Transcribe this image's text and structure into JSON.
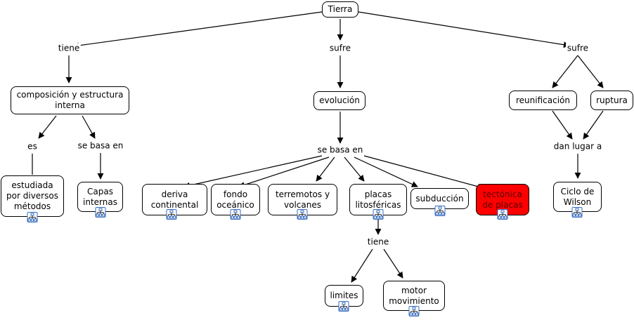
{
  "colors": {
    "highlight": "#ff0000",
    "icon": "#3a6ec2"
  },
  "concepts": {
    "tierra": "Tierra",
    "composicion": "composición y estructura\ninterna",
    "estudiada": "estudiada\npor diversos\nmétodos",
    "capas": "Capas\ninternas",
    "evolucion": "evolución",
    "deriva": "deriva\ncontinental",
    "fondo": "fondo\noceánico",
    "terremotos": "terremotos y\nvolcanes",
    "placas": "placas\nlitosféricas",
    "subduccion": "subducción",
    "tectonica": "tectónica\nde placas",
    "limites": "limites",
    "motor": "motor\nmovimiento",
    "reunificacion": "reunificación",
    "ruptura": "ruptura",
    "ciclo": "Ciclo de\nWilson"
  },
  "linking": {
    "tiene_1": "tiene",
    "sufre_1": "sufre",
    "sufre_2": "sufre",
    "es": "es",
    "se_basa_en_1": "se basa en",
    "se_basa_en_2": "se basa en",
    "tiene_2": "tiene",
    "dan_lugar_a": "dan lugar a"
  },
  "icons": {
    "estudiada": "concept-map-icon",
    "capas": "concept-map-icon",
    "deriva": "concept-map-icon",
    "fondo": "concept-map-icon",
    "terremotos": "concept-map-icon",
    "placas": "concept-map-icon",
    "subduccion": "concept-map-icon",
    "tectonica": "concept-map-icon",
    "limites": "concept-map-icon",
    "motor": "concept-map-icon",
    "ciclo": "concept-map-icon"
  }
}
